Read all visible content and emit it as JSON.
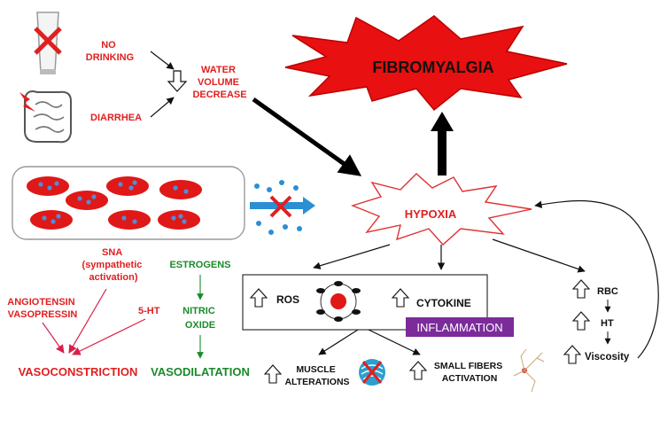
{
  "nodes": {
    "no_drinking": [
      "NO",
      "DRINKING"
    ],
    "diarrhea": "DIARRHEA",
    "water_volume_decrease": [
      "WATER",
      "VOLUME",
      "DECREASE"
    ],
    "fibromyalgia": "FIBROMYALGIA",
    "hypoxia": "HYPOXIA",
    "sna": [
      "SNA",
      "(sympathetic",
      "activation)"
    ],
    "angiotensin_vasopressin": [
      "ANGIOTENSIN",
      "VASOPRESSIN"
    ],
    "serotonin": "5-HT",
    "vasoconstriction": "VASOCONSTRICTION",
    "estrogens": "ESTROGENS",
    "nitric_oxide": [
      "NITRIC",
      "OXIDE"
    ],
    "vasodilatation": "VASODILATATION",
    "ros": "ROS",
    "cytokine": "CYTOKINE",
    "inflammation": "INFLAMMATION",
    "rbc": "RBC",
    "ht": "HT",
    "viscosity": "Viscosity",
    "muscle_alterations": [
      "MUSCLE",
      "ALTERATIONS"
    ],
    "small_fibers_activation": [
      "SMALL FIBERS",
      "ACTIVATION"
    ]
  },
  "colors": {
    "red_text": "#e02020",
    "green_text": "#1a8a2a",
    "cell_fill": "#e01818",
    "cell_dot": "#4a90d9",
    "inflammation_bg": "#7b2b9a",
    "arrow_blue": "#2a8fd4",
    "pink_arrow": "#d8204a"
  }
}
